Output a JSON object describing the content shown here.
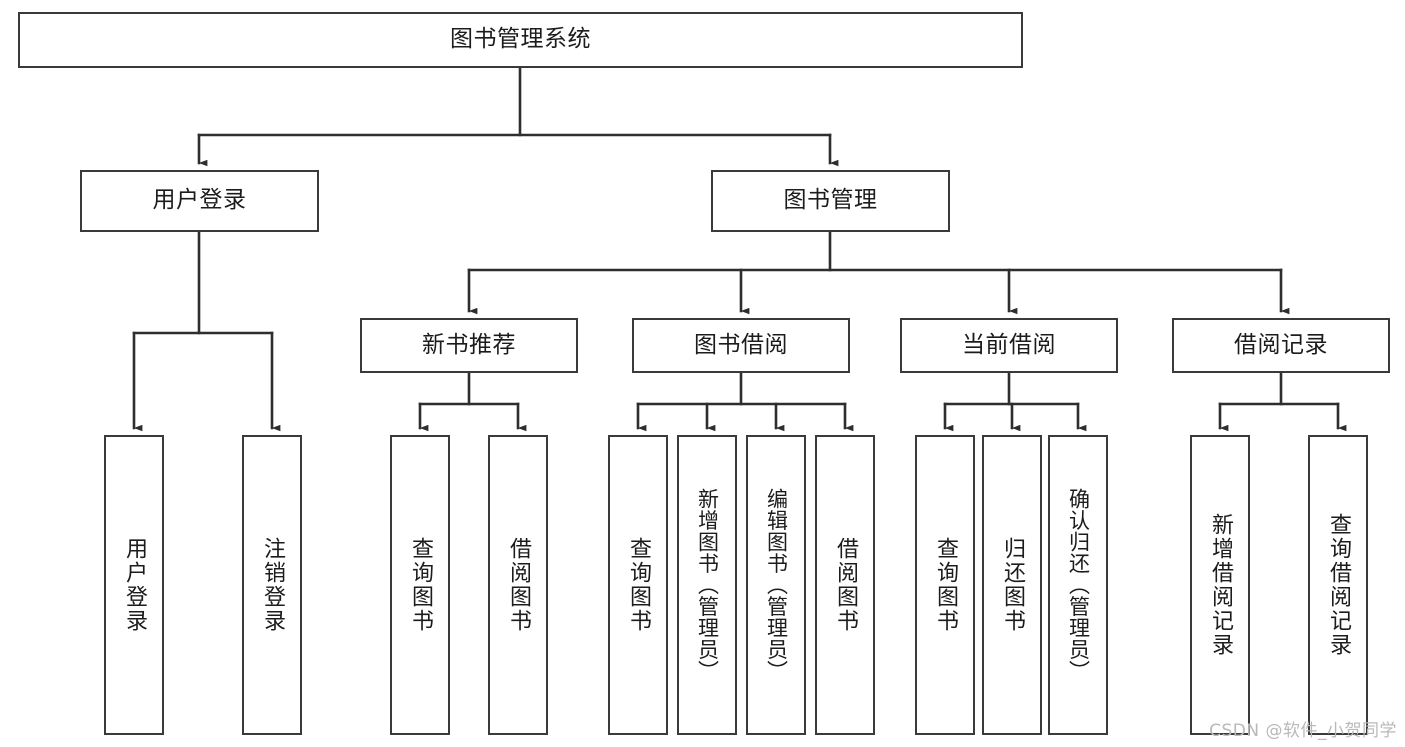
{
  "diagram": {
    "title": "图书管理系统",
    "type": "功能结构图",
    "stroke_color": "#3a3a3a",
    "fill_color": "#ffffff",
    "text_color": "#1c1c1c"
  },
  "root": {
    "label": "图书管理系统"
  },
  "level2": [
    {
      "label": "用户登录"
    },
    {
      "label": "图书管理"
    }
  ],
  "level3": [
    {
      "label": "新书推荐"
    },
    {
      "label": "图书借阅"
    },
    {
      "label": "当前借阅"
    },
    {
      "label": "借阅记录"
    }
  ],
  "leaves": {
    "user_login": [
      {
        "label": "用户登录"
      },
      {
        "label": "注销登录"
      }
    ],
    "new_book": [
      {
        "label": "查询图书"
      },
      {
        "label": "借阅图书"
      }
    ],
    "borrow_book": [
      {
        "label": "查询图书"
      },
      {
        "label": "新增图书（管理员）"
      },
      {
        "label": "编辑图书（管理员）"
      },
      {
        "label": "借阅图书"
      }
    ],
    "current_borrow": [
      {
        "label": "查询图书"
      },
      {
        "label": "归还图书"
      },
      {
        "label": "确认归还（管理员）"
      }
    ],
    "borrow_record": [
      {
        "label": "新增借阅记录"
      },
      {
        "label": "查询借阅记录"
      }
    ]
  },
  "watermark": {
    "text": "CSDN @软件_小贺同学"
  }
}
